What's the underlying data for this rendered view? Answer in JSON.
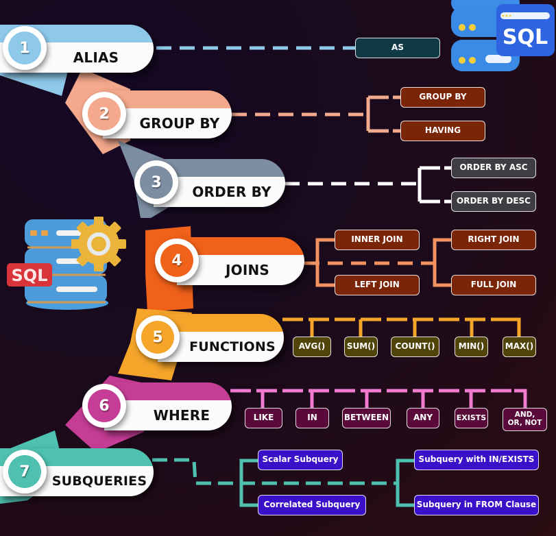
{
  "colors": {
    "alias": "#8ec9ea",
    "groupby": "#f4a88c",
    "orderby": "#7d8ea3",
    "joins": "#f0611a",
    "functions": "#f5a52a",
    "where": "#c63d96",
    "subqueries": "#4fc1b0",
    "line_alias": "#8ec9ea",
    "line_groupby": "#f2ab8e",
    "line_orderby": "#ffffff",
    "line_joins": "#f39261",
    "line_functions": "#f5a52a",
    "line_where": "#f07bd0",
    "line_subqueries": "#4fc1b0",
    "chip_alias": "#0f3a45",
    "chip_groupby": "#7a2408",
    "chip_orderby": "#3f3d42",
    "chip_joins": "#7a2408",
    "chip_functions": "#504408",
    "chip_where": "#5a0a3a",
    "chip_subqueries": "#3a10c8"
  },
  "topics": [
    {
      "number": "1",
      "label": "ALIAS",
      "children": [
        "AS"
      ]
    },
    {
      "number": "2",
      "label": "GROUP BY",
      "children": [
        "GROUP BY",
        "HAVING"
      ]
    },
    {
      "number": "3",
      "label": "ORDER BY",
      "children": [
        "ORDER BY ASC",
        "ORDER BY DESC"
      ]
    },
    {
      "number": "4",
      "label": "JOINS",
      "children": [
        "INNER JOIN",
        "LEFT JOIN",
        "RIGHT JOIN",
        "FULL JOIN"
      ]
    },
    {
      "number": "5",
      "label": "FUNCTIONS",
      "children": [
        "AVG()",
        "SUM()",
        "COUNT()",
        "MIN()",
        "MAX()"
      ]
    },
    {
      "number": "6",
      "label": "WHERE",
      "children": [
        "LIKE",
        "IN",
        "BETWEEN",
        "ANY",
        "EXISTS",
        "AND, OR, NOT"
      ]
    },
    {
      "number": "7",
      "label": "SUBQUERIES",
      "children": [
        "Scalar Subquery",
        "Correlated Subquery",
        "Subquery with IN/EXISTS",
        "Subquery in FROM Clause"
      ]
    }
  ],
  "icons": {
    "top_right": {
      "name": "database-sql-icon",
      "text": "SQL"
    },
    "left": {
      "name": "database-gear-sql-icon",
      "text": "SQL"
    }
  }
}
